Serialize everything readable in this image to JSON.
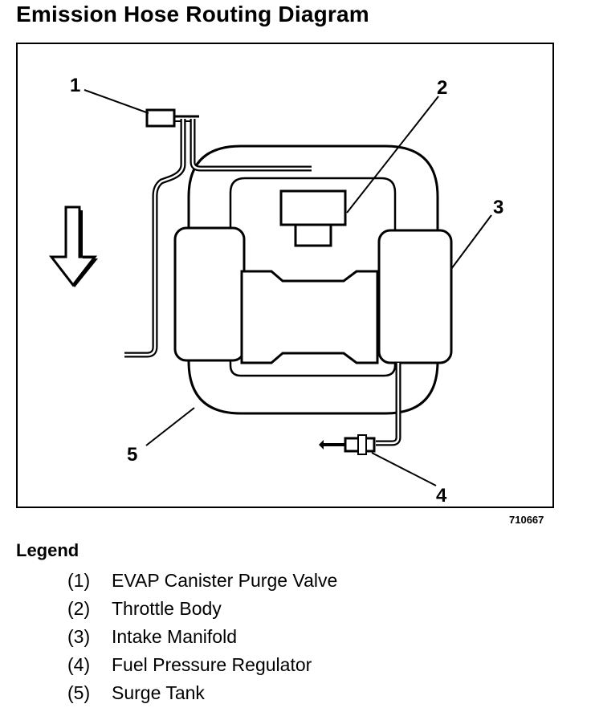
{
  "title": "Emission Hose Routing Diagram",
  "figure_id": "710667",
  "callouts": [
    "1",
    "2",
    "3",
    "4",
    "5"
  ],
  "legend": {
    "title": "Legend",
    "items": [
      {
        "num": "(1)",
        "label": "EVAP Canister Purge Valve"
      },
      {
        "num": "(2)",
        "label": "Throttle Body"
      },
      {
        "num": "(3)",
        "label": "Intake Manifold"
      },
      {
        "num": "(4)",
        "label": "Fuel Pressure Regulator"
      },
      {
        "num": "(5)",
        "label": "Surge Tank"
      }
    ]
  }
}
